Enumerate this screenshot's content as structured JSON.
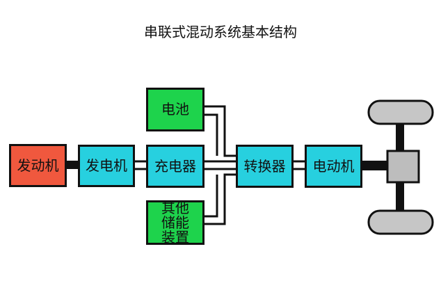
{
  "title": "串联式混动系统基本结构",
  "colors": {
    "engine": "#f0583e",
    "cyan": "#27d0df",
    "green": "#1ed34c",
    "wheel": "#c6c6c6",
    "diff": "#bdbdbd",
    "line": "#111111"
  },
  "nodes": {
    "engine": "发动机",
    "generator": "发电机",
    "charger": "充电器",
    "battery": "电池",
    "other_storage": "其他储能装置",
    "converter": "转换器",
    "motor": "电动机"
  }
}
